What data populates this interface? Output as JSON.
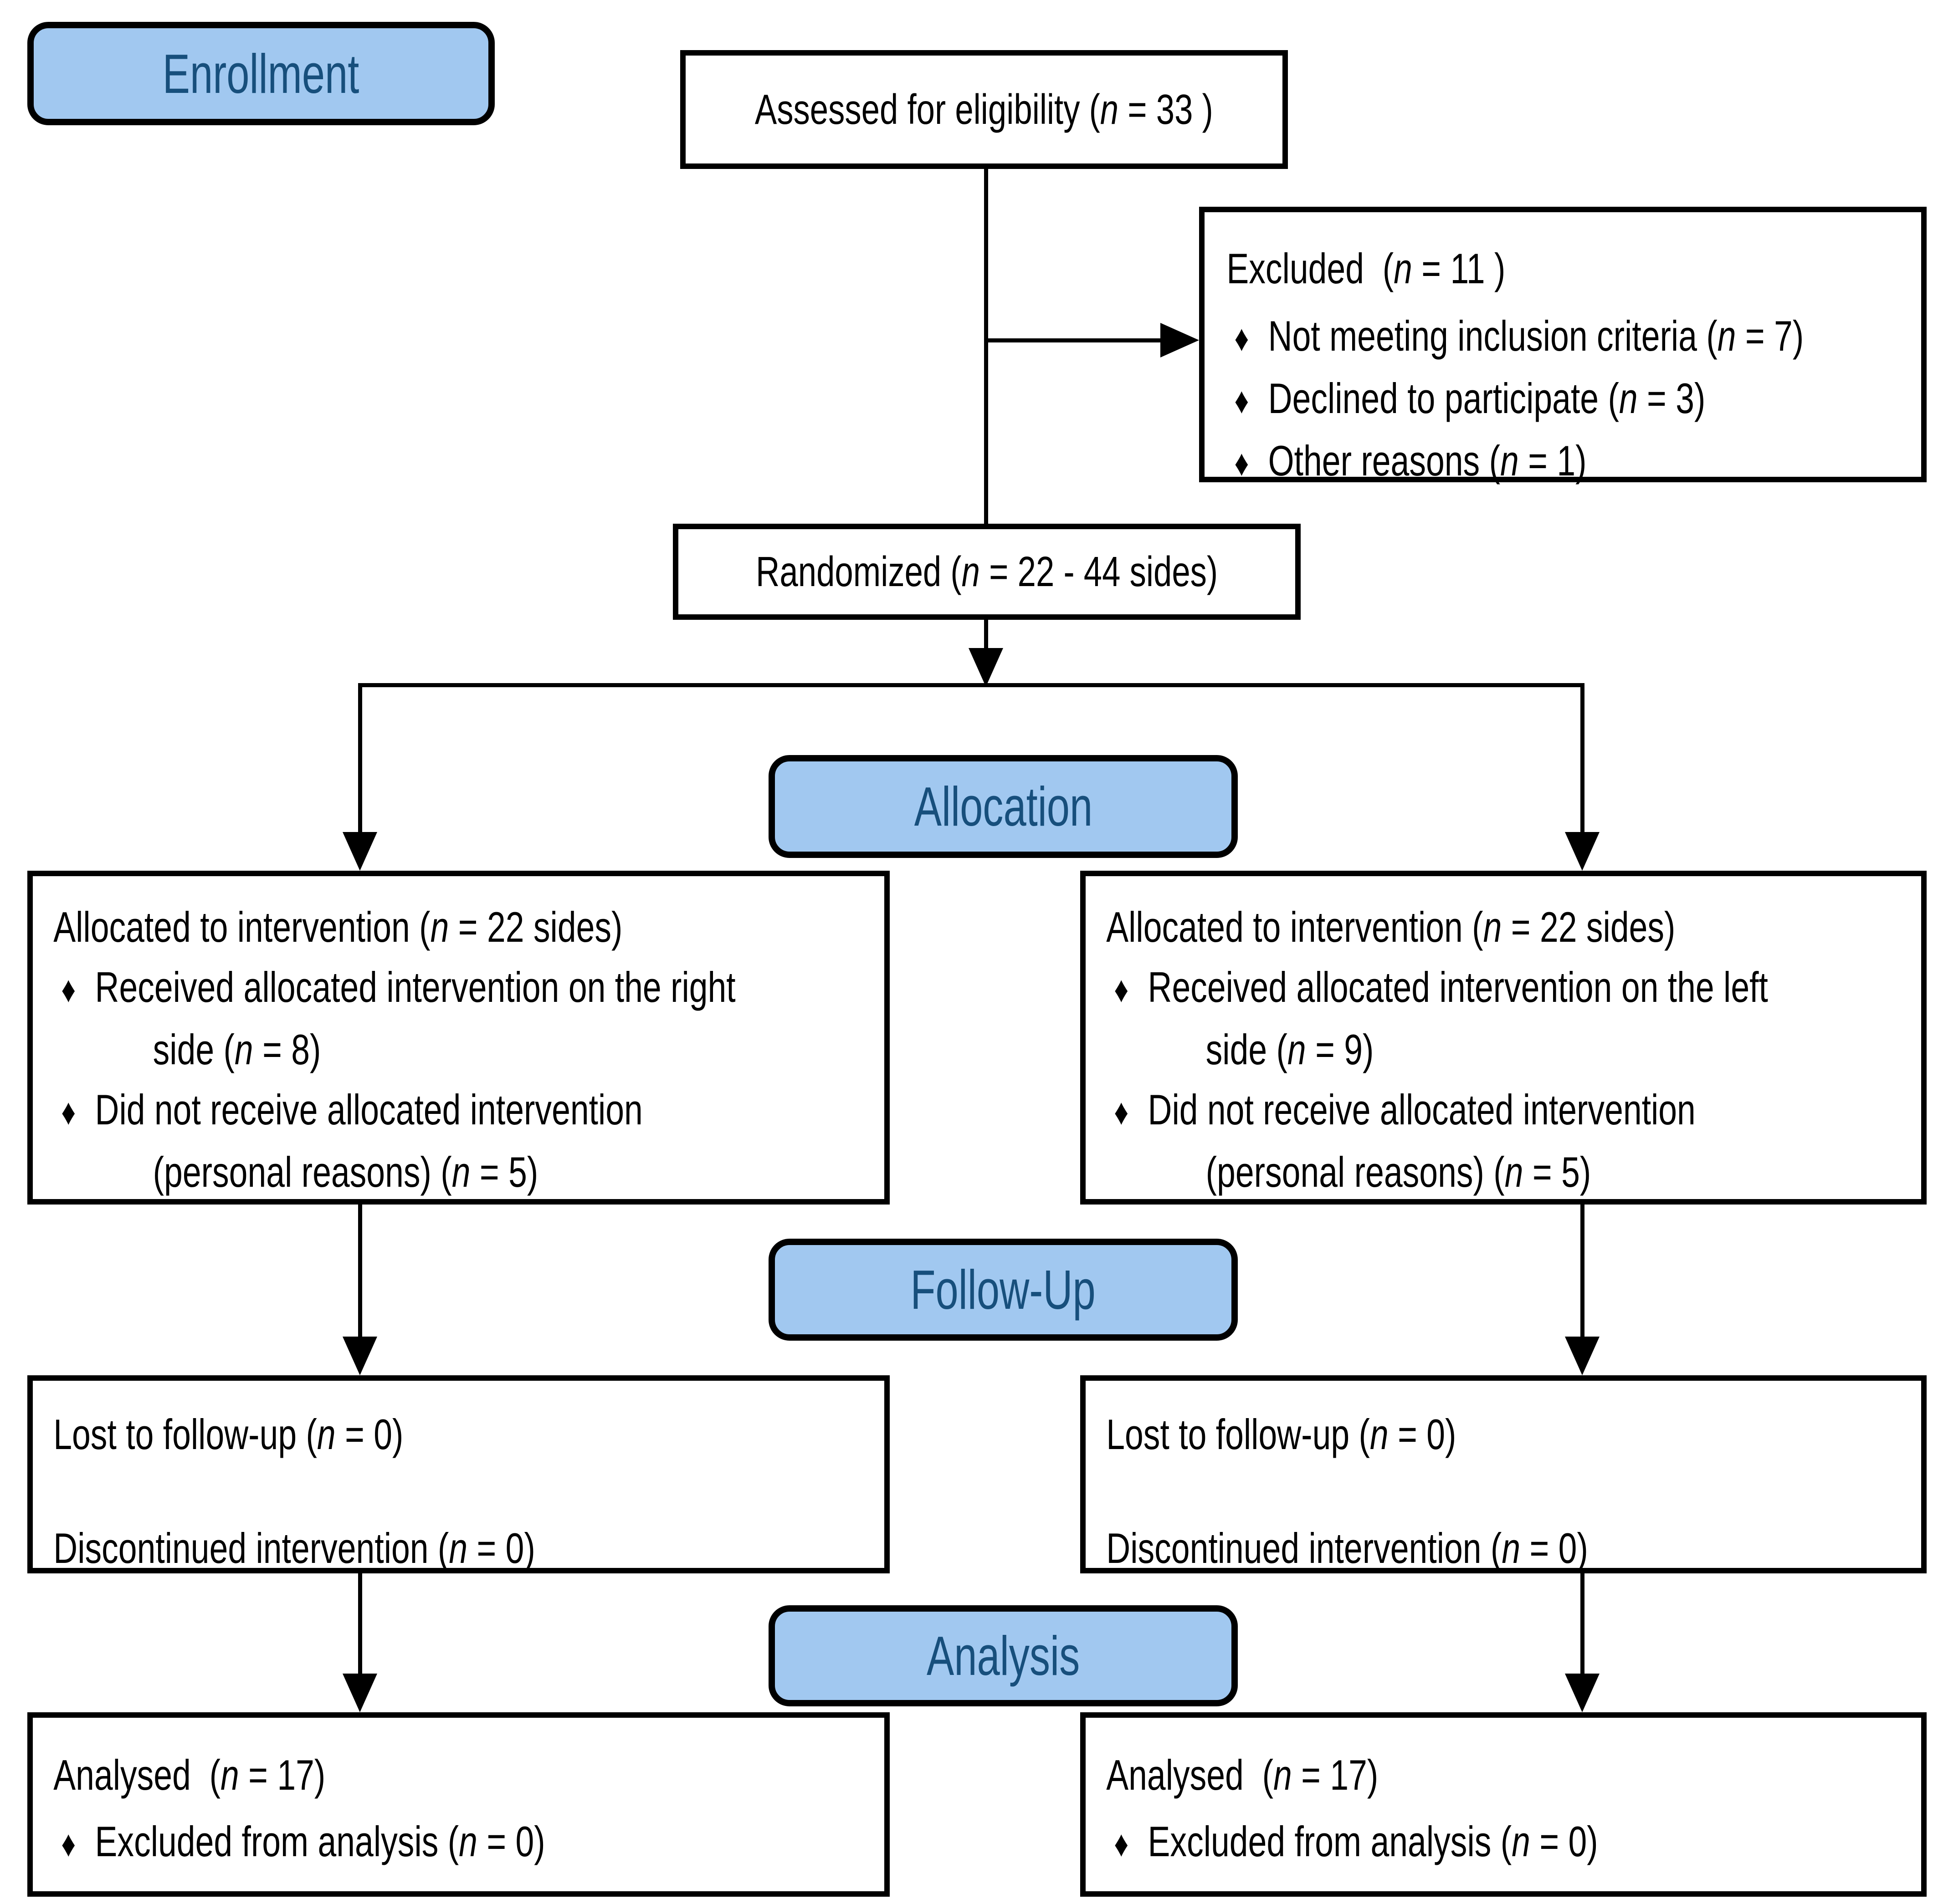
{
  "colors": {
    "stage_label_fill": "#A1C8F0",
    "stage_label_text": "#174F7C",
    "box_border": "#000000",
    "background": "#FFFFFF"
  },
  "glyphs": {
    "bullet": "♦"
  },
  "stages": {
    "enrollment": "Enrollment",
    "allocation": "Allocation",
    "followup": "Follow-Up",
    "analysis": "Analysis"
  },
  "boxes": {
    "assessed": {
      "text": "Assessed for eligibility (*n* = 33 )"
    },
    "excluded": {
      "title": "Excluded  (*n* = 11 )",
      "bullets": [
        "Not meeting inclusion criteria (*n* = 7)",
        "Declined to participate (*n* = 3)",
        "Other reasons (*n* = 1)"
      ]
    },
    "randomized": {
      "text": "Randomized (*n* = 22 - 44 sides)"
    },
    "alloc_left": {
      "title": "Allocated to intervention (*n* = 22 sides)",
      "bullet1": "Received allocated intervention on the right",
      "bullet1_cont": "side (*n* = 8)",
      "bullet2": "Did not receive allocated intervention",
      "bullet2_cont": "(personal reasons) (*n* = 5)"
    },
    "alloc_right": {
      "title": "Allocated to intervention (*n* = 22 sides)",
      "bullet1": "Received allocated intervention on the left",
      "bullet1_cont": "side (*n* = 9)",
      "bullet2": "Did not receive allocated intervention",
      "bullet2_cont": "(personal reasons) (*n* = 5)"
    },
    "fu_left": {
      "line1": "Lost to follow-up (*n* = 0)",
      "line2": "Discontinued intervention (*n* = 0)"
    },
    "fu_right": {
      "line1": "Lost to follow-up (*n* = 0)",
      "line2": "Discontinued intervention (*n* = 0)"
    },
    "an_left": {
      "line1": "Analysed  (*n* = 17)",
      "bullet": "Excluded from analysis (*n* = 0)"
    },
    "an_right": {
      "line1": "Analysed  (*n* = 17)",
      "bullet": "Excluded from analysis (*n* = 0)"
    }
  }
}
